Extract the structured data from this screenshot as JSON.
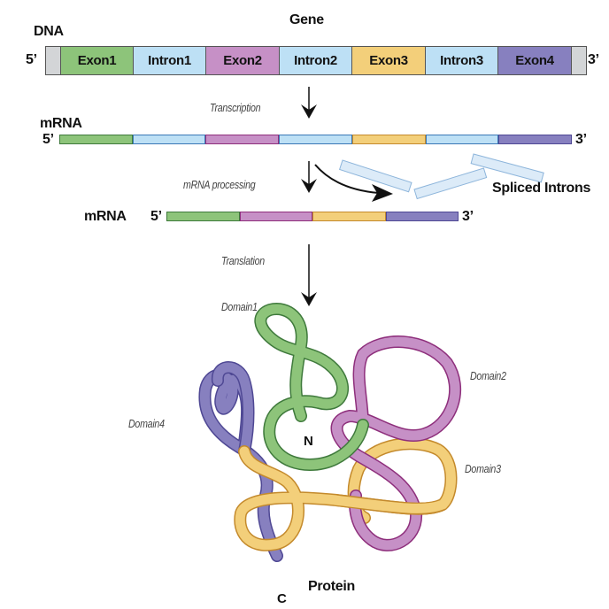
{
  "title": "Gene",
  "dna": {
    "label": "DNA",
    "five_prime": "5’",
    "three_prime": "3’",
    "segments": [
      {
        "label": "",
        "type": "utr"
      },
      {
        "label": "Exon1",
        "type": "exon1"
      },
      {
        "label": "Intron1",
        "type": "intron"
      },
      {
        "label": "Exon2",
        "type": "exon2"
      },
      {
        "label": "Intron2",
        "type": "intron"
      },
      {
        "label": "Exon3",
        "type": "exon3"
      },
      {
        "label": "Intron3",
        "type": "intron"
      },
      {
        "label": "Exon4",
        "type": "exon4"
      },
      {
        "label": "",
        "type": "utr"
      }
    ]
  },
  "steps": {
    "transcription": "Transcription",
    "processing": "mRNA processing",
    "translation": "Translation"
  },
  "pre_mrna": {
    "label": "mRNA",
    "five_prime": "5’",
    "three_prime": "3’",
    "segments": [
      "exon1",
      "intron",
      "exon2",
      "intron",
      "exon3",
      "intron",
      "exon4"
    ]
  },
  "spliced_introns": {
    "label": "Spliced Introns",
    "count": 3
  },
  "mature_mrna": {
    "label": "mRNA",
    "five_prime": "5’",
    "three_prime": "3’",
    "segments": [
      "exon1",
      "exon2",
      "exon3",
      "exon4"
    ]
  },
  "protein": {
    "label": "Protein",
    "n_terminus": "N",
    "c_terminus": "C",
    "domains": [
      "Domain1",
      "Domain2",
      "Domain3",
      "Domain4"
    ]
  },
  "colors": {
    "utr": {
      "fill": "#d3d5d7",
      "stroke": "#6b6b6b"
    },
    "exon1": {
      "fill": "#8dc47a",
      "stroke": "#3f7a3c"
    },
    "intron": {
      "fill": "#bde0f5",
      "stroke": "#3a78b6"
    },
    "exon2": {
      "fill": "#c690c6",
      "stroke": "#8e2f7c"
    },
    "exon3": {
      "fill": "#f3cf7a",
      "stroke": "#c48a2c"
    },
    "exon4": {
      "fill": "#8780bf",
      "stroke": "#4f4894"
    }
  }
}
